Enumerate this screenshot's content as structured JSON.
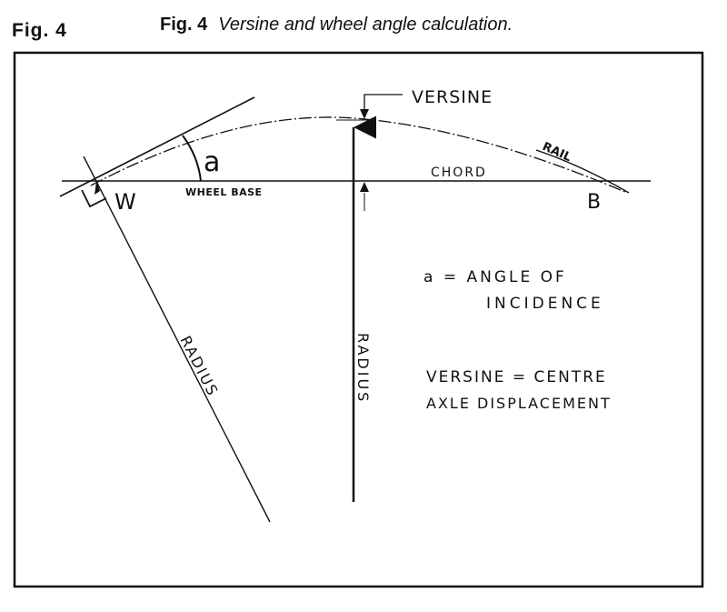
{
  "figure_label": "Fig. 4",
  "caption": {
    "number": "Fig. 4",
    "text": "Versine and wheel angle calculation."
  },
  "diagram": {
    "labels": {
      "versine": "VERSINE",
      "rail": "RAIL",
      "chord": "CHORD",
      "wheel_base": "WHEEL BASE",
      "angle_symbol": "a",
      "point_w": "W",
      "point_b": "B",
      "radius_left": "RADIUS",
      "radius_center": "RADIUS"
    },
    "legend": {
      "angle_line1": "a = ANGLE OF",
      "angle_line2": "INCIDENCE",
      "versine_line1": "VERSINE = CENTRE",
      "versine_line2": "AXLE DISPLACEMENT"
    },
    "colors": {
      "ink": "#111111",
      "paper": "#ffffff"
    }
  }
}
